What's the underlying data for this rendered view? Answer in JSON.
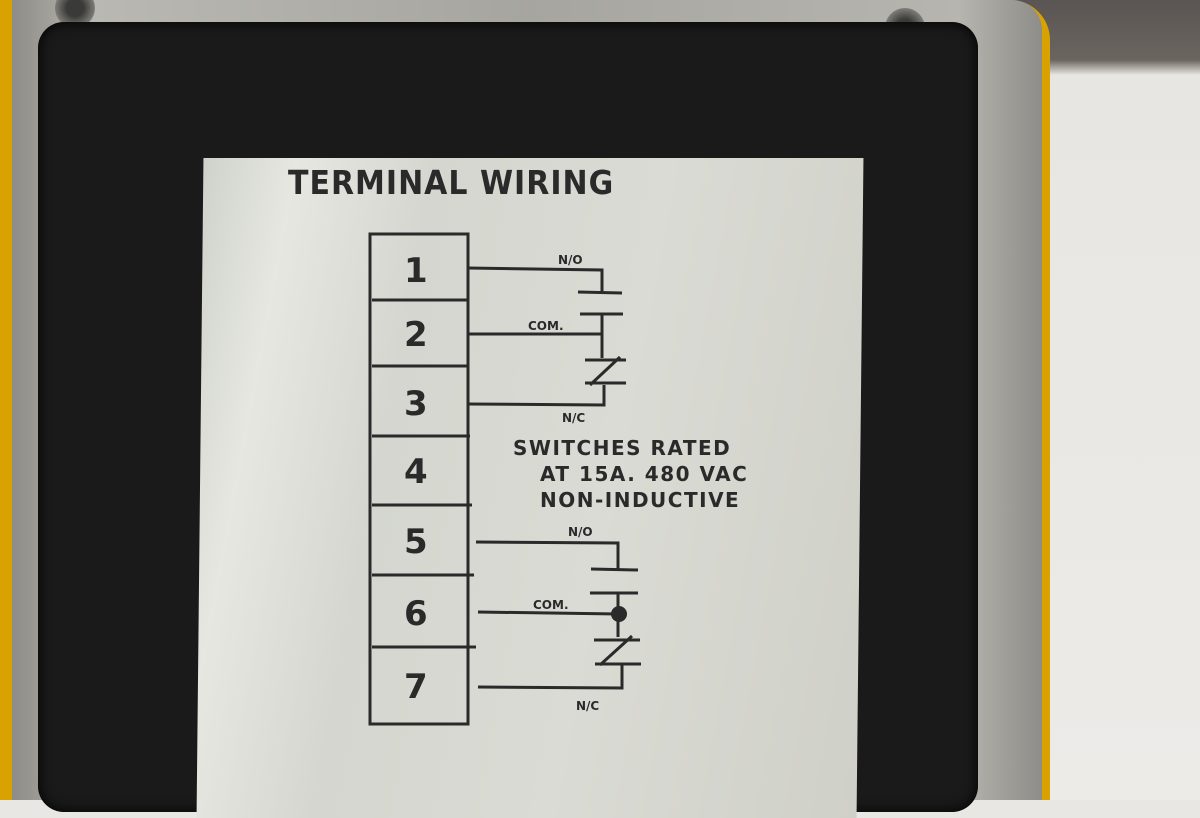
{
  "label": {
    "title": "TERMINAL WIRING",
    "terminals": [
      "1",
      "2",
      "3",
      "4",
      "5",
      "6",
      "7"
    ],
    "switch_labels": {
      "no": "N/O",
      "com": "COM.",
      "nc": "N/C"
    },
    "rating_lines": [
      "SWITCHES RATED",
      "AT 15A. 480 VAC",
      "NON-INDUCTIVE"
    ]
  }
}
